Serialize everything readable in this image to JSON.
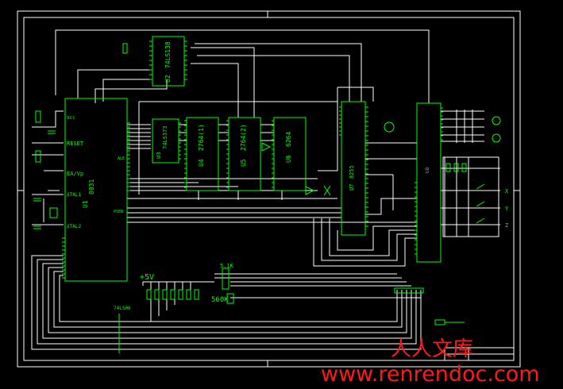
{
  "colors": {
    "background": "#000000",
    "frame": "#ffffff",
    "wire": "#ffffff",
    "component": "#00ff00",
    "watermark": "#ff1a1a"
  },
  "chips": {
    "u1": {
      "ref": "U1",
      "name": "8031"
    },
    "u2": {
      "ref": "U2",
      "name": "74LS138"
    },
    "u3": {
      "ref": "U3",
      "name": "74LS373"
    },
    "u4": {
      "ref": "U4",
      "name": "2764(1)"
    },
    "u5": {
      "ref": "U5",
      "name": "2764(2)"
    },
    "u6": {
      "ref": "U6",
      "name": "6264"
    },
    "u7": {
      "ref": "U7",
      "name": "8255"
    },
    "u8": {
      "ref": "U8",
      "name": ""
    }
  },
  "pins": {
    "reset": "RESET",
    "ea": "EA/Vp",
    "xtal1": "XTAL1",
    "xtal2": "XTAL2",
    "ale": "ALE",
    "psen": "PSEN",
    "vcc": "Vcc"
  },
  "labels": {
    "supply": "+5V",
    "res_top": "5.1K",
    "res_bottom": "560K",
    "inverter": "74LS06",
    "x": "X",
    "y": "Y",
    "z": "Z"
  },
  "watermark": {
    "cn": "人人文库",
    "url": "www.renrendoc.com"
  }
}
